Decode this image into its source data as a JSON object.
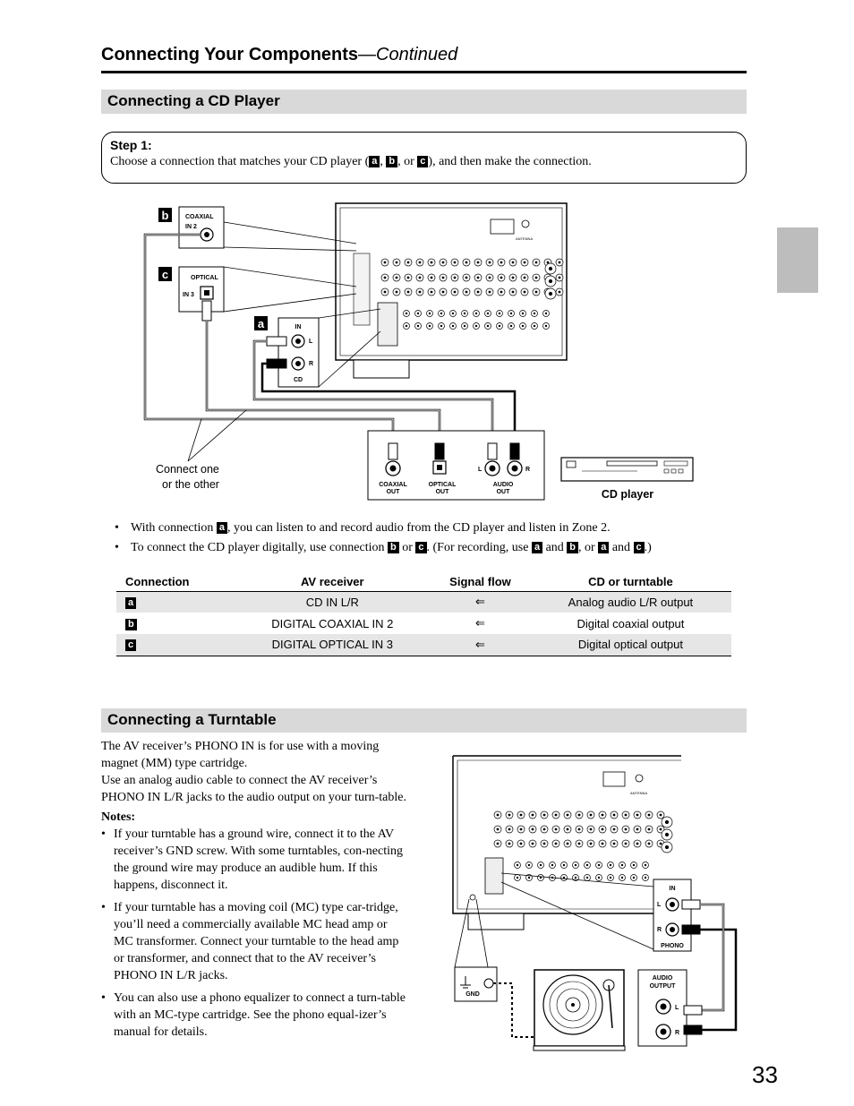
{
  "header": {
    "title": "Connecting Your Components",
    "title_suffix": "—Continued"
  },
  "section_cd": {
    "title": "Connecting a CD Player",
    "step_label": "Step 1:",
    "step_text_before": "Choose a connection that matches your CD player (",
    "step_sep1": ",",
    "step_sep2": ", or",
    "step_text_after": "), and then make the connection.",
    "labels": {
      "a": "a",
      "b": "b",
      "c": "c"
    },
    "diagram": {
      "coaxial_label": "COAXIAL",
      "in2_label": "IN 2",
      "optical_label": "OPTICAL",
      "in3_label": "IN 3",
      "in_label": "IN",
      "l_label": "L",
      "r_label": "R",
      "cd_label": "CD",
      "connect_one_line1": "Connect one",
      "connect_one_line2": "or the other",
      "coaxial_out_line1": "COAXIAL",
      "coaxial_out_line2": "OUT",
      "optical_out_line1": "OPTICAL",
      "optical_out_line2": "OUT",
      "audio_out_line1": "AUDIO",
      "audio_out_line2": "OUT",
      "cd_player_label": "CD player",
      "antenna_label": "ANTENNA"
    },
    "bullet1_before": "With connection",
    "bullet1_after": ", you can listen to and record audio from the CD player and listen in Zone 2.",
    "bullet2_before": "To connect the CD player digitally, use connection",
    "bullet2_or": "or",
    "bullet2_mid": ". (For recording, use",
    "bullet2_and": "and",
    "bullet2_or2": ", or",
    "bullet2_and2": "and",
    "bullet2_end": ".)",
    "table": {
      "headers": [
        "Connection",
        "AV receiver",
        "Signal flow",
        "CD or turntable"
      ],
      "rows": [
        {
          "label": "a",
          "receiver": "CD IN L/R",
          "flow": "⇐",
          "device": "Analog audio L/R output"
        },
        {
          "label": "b",
          "receiver": "DIGITAL COAXIAL IN 2",
          "flow": "⇐",
          "device": "Digital coaxial output"
        },
        {
          "label": "c",
          "receiver": "DIGITAL OPTICAL IN 3",
          "flow": "⇐",
          "device": "Digital optical output"
        }
      ]
    }
  },
  "section_turntable": {
    "title": "Connecting a Turntable",
    "para1": "The AV receiver’s PHONO IN is for use with a moving magnet (MM) type cartridge.",
    "para2": "Use an analog audio cable to connect the AV receiver’s PHONO IN L/R jacks to the audio output on your turn-table.",
    "notes_title": "Notes:",
    "notes": [
      "If your turntable has a ground wire, connect it to the AV receiver’s GND screw. With some turntables, con-necting the ground wire may produce an audible hum. If this happens, disconnect it.",
      "If your turntable has a moving coil (MC) type car-tridge, you’ll need a commercially available MC head amp or MC transformer. Connect your turntable to the head amp or transformer, and connect that to the AV receiver’s PHONO IN L/R jacks.",
      "You can also use a phono equalizer to connect a turn-table with an MC-type cartridge. See the phono equal-izer’s manual for details."
    ],
    "diagram": {
      "in_label": "IN",
      "l_label": "L",
      "r_label": "R",
      "phono_label": "PHONO",
      "gnd_label": "GND",
      "audio_output_line1": "AUDIO",
      "audio_output_line2": "OUTPUT",
      "antenna_label": "ANTENNA"
    }
  },
  "page_number": "33"
}
